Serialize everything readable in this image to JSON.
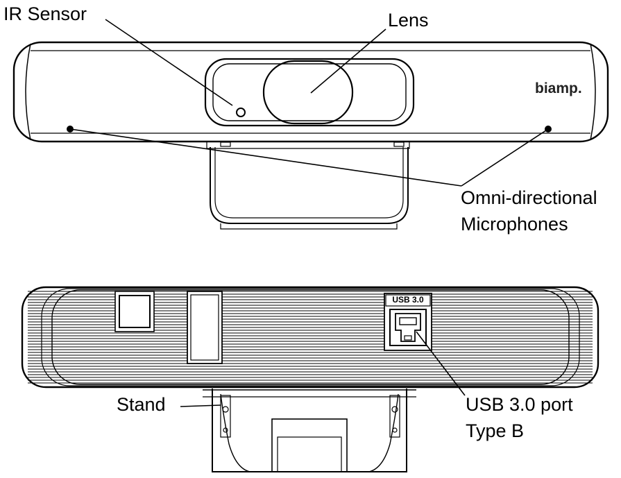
{
  "labels": {
    "ir_sensor": "IR Sensor",
    "lens": "Lens",
    "mic_line1": "Omni-directional",
    "mic_line2": "Microphones",
    "stand": "Stand",
    "usb_line1": "USB 3.0 port",
    "usb_line2": "Type B"
  },
  "logo_text": "biamp.",
  "usb_port_tag": "USB 3.0",
  "colors": {
    "stroke": "#000000",
    "background": "#ffffff"
  }
}
